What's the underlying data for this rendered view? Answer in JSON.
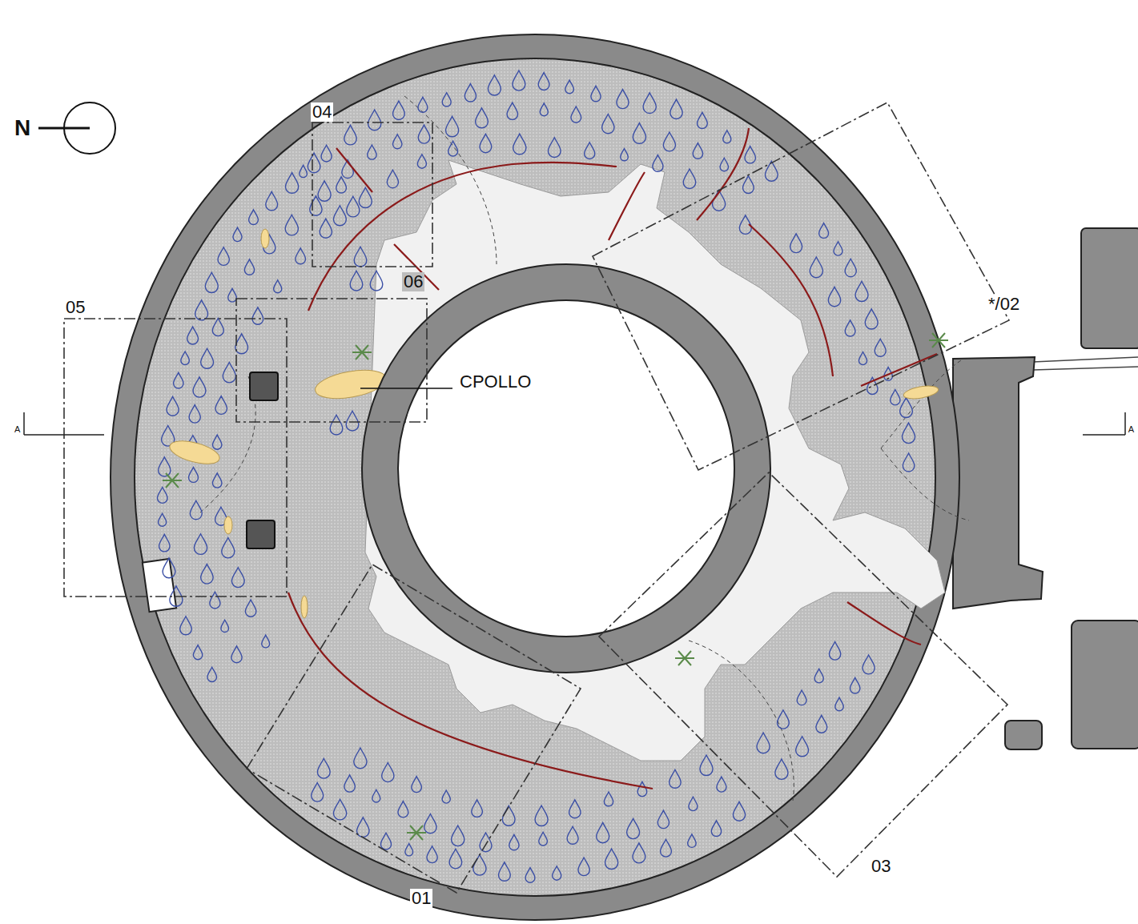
{
  "diagram": {
    "labels": [
      "N",
      "04",
      "06",
      "05",
      "CPOLLO",
      "*/02",
      "A",
      "A",
      "03",
      "01"
    ]
  }
}
